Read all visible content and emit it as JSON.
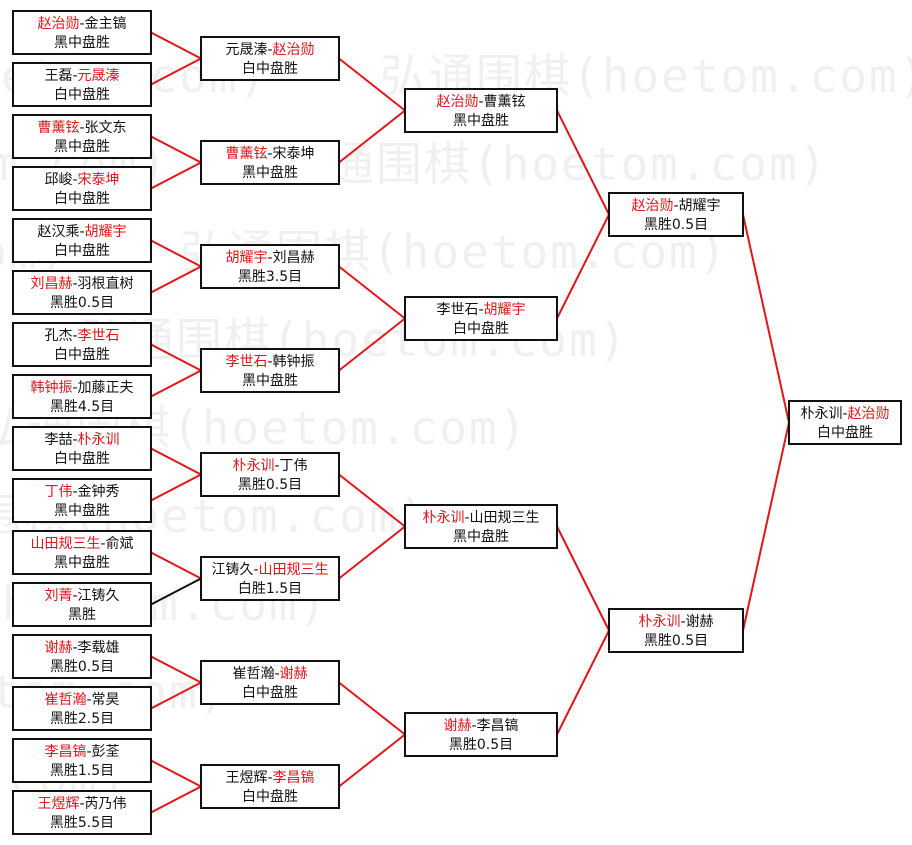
{
  "watermark": "弘通围棋(hoetom.com)",
  "colors": {
    "winner": "#e0161b",
    "line_winner": "#e0161b",
    "line_default": "#111111"
  },
  "rounds": [
    {
      "matches": [
        {
          "p1": "赵治勋",
          "p2": "金主镐",
          "red": 1,
          "result": "黑中盘胜"
        },
        {
          "p1": "王磊",
          "p2": "元晟溱",
          "red": 2,
          "result": "白中盘胜"
        },
        {
          "p1": "曹薰铉",
          "p2": "张文东",
          "red": 1,
          "result": "黑中盘胜"
        },
        {
          "p1": "邱峻",
          "p2": "宋泰坤",
          "red": 2,
          "result": "白中盘胜"
        },
        {
          "p1": "赵汉乘",
          "p2": "胡耀宇",
          "red": 2,
          "result": "白中盘胜"
        },
        {
          "p1": "刘昌赫",
          "p2": "羽根直树",
          "red": 1,
          "result": "黑胜0.5目"
        },
        {
          "p1": "孔杰",
          "p2": "李世石",
          "red": 2,
          "result": "白中盘胜"
        },
        {
          "p1": "韩钟振",
          "p2": "加藤正夫",
          "red": 1,
          "result": "黑胜4.5目"
        },
        {
          "p1": "李喆",
          "p2": "朴永训",
          "red": 2,
          "result": "白中盘胜"
        },
        {
          "p1": "丁伟",
          "p2": "金钟秀",
          "red": 1,
          "result": "黑中盘胜"
        },
        {
          "p1": "山田规三生",
          "p2": "俞斌",
          "red": 1,
          "result": "黑中盘胜"
        },
        {
          "p1": "刘菁",
          "p2": "江铸久",
          "red": 1,
          "result": "黑胜",
          "line": "default"
        },
        {
          "p1": "谢赫",
          "p2": "李载雄",
          "red": 1,
          "result": "黑胜0.5目"
        },
        {
          "p1": "崔哲瀚",
          "p2": "常昊",
          "red": 1,
          "result": "黑胜2.5目"
        },
        {
          "p1": "李昌镐",
          "p2": "彭荃",
          "red": 1,
          "result": "黑胜1.5目"
        },
        {
          "p1": "王煜辉",
          "p2": "芮乃伟",
          "red": 1,
          "result": "黑胜5.5目"
        }
      ]
    },
    {
      "matches": [
        {
          "p1": "元晟溱",
          "p2": "赵治勋",
          "red": 2,
          "result": "白中盘胜"
        },
        {
          "p1": "曹薰铉",
          "p2": "宋泰坤",
          "red": 1,
          "result": "黑中盘胜"
        },
        {
          "p1": "胡耀宇",
          "p2": "刘昌赫",
          "red": 1,
          "result": "黑胜3.5目"
        },
        {
          "p1": "李世石",
          "p2": "韩钟振",
          "red": 1,
          "result": "黑中盘胜"
        },
        {
          "p1": "朴永训",
          "p2": "丁伟",
          "red": 1,
          "result": "黑胜0.5目"
        },
        {
          "p1": "江铸久",
          "p2": "山田规三生",
          "red": 2,
          "result": "白胜1.5目"
        },
        {
          "p1": "崔哲瀚",
          "p2": "谢赫",
          "red": 2,
          "result": "白中盘胜"
        },
        {
          "p1": "王煜辉",
          "p2": "李昌镐",
          "red": 2,
          "result": "白中盘胜"
        }
      ]
    },
    {
      "matches": [
        {
          "p1": "赵治勋",
          "p2": "曹薰铉",
          "red": 1,
          "result": "黑中盘胜"
        },
        {
          "p1": "李世石",
          "p2": "胡耀宇",
          "red": 2,
          "result": "白中盘胜"
        },
        {
          "p1": "朴永训",
          "p2": "山田规三生",
          "red": 1,
          "result": "黑中盘胜"
        },
        {
          "p1": "谢赫",
          "p2": "李昌镐",
          "red": 1,
          "result": "黑胜0.5目"
        }
      ]
    },
    {
      "matches": [
        {
          "p1": "赵治勋",
          "p2": "胡耀宇",
          "red": 1,
          "result": "黑胜0.5目"
        },
        {
          "p1": "朴永训",
          "p2": "谢赫",
          "red": 1,
          "result": "黑胜0.5目"
        }
      ]
    },
    {
      "matches": [
        {
          "p1": "朴永训",
          "p2": "赵治勋",
          "red": 2,
          "result": "白中盘胜"
        }
      ]
    }
  ]
}
